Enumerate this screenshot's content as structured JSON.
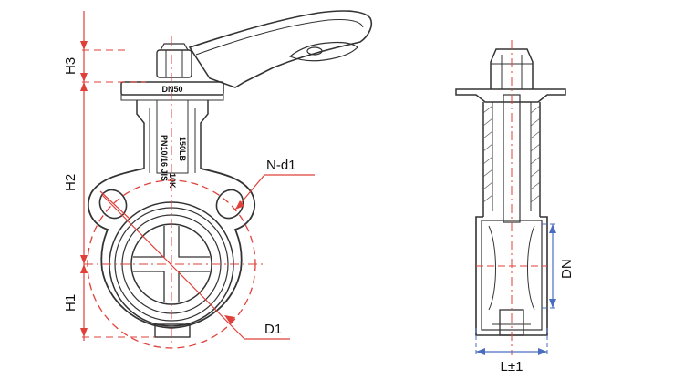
{
  "labels": {
    "h3": "H3",
    "h2": "H2",
    "h1": "H1",
    "nd1": "N-d1",
    "d1": "D1",
    "dn": "DN",
    "l": "L±1"
  },
  "markings": {
    "flange": "DN50",
    "body_left": "PN10/16 JIS",
    "body_mid": "10K",
    "body_right": "150LB"
  },
  "colors": {
    "dimension_red": "#e0403a",
    "dimension_blue": "#4a6cc0",
    "outline": "#333333"
  }
}
